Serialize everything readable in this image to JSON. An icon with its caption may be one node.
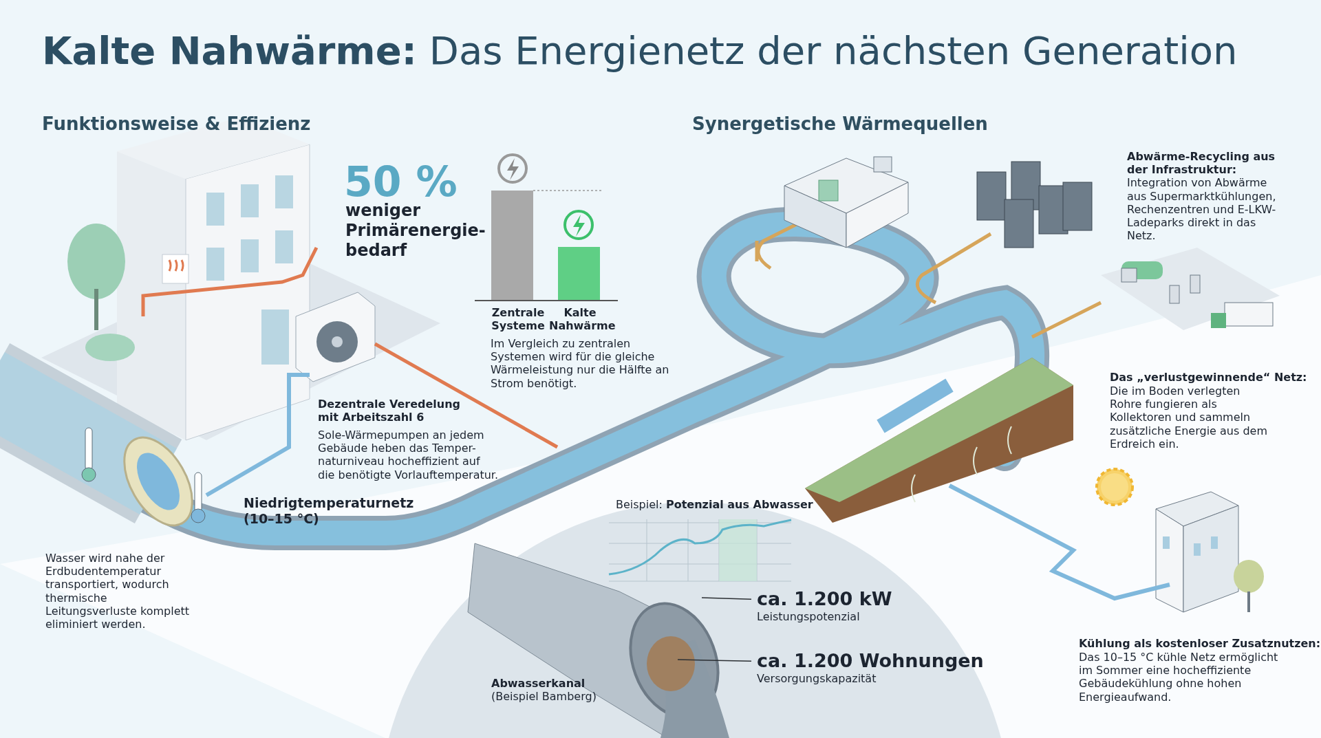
{
  "diagram": {
    "title": "**Kalte Nahwärme:** Das Energienetz der nächsten Generation",
    "nodes": [
      {
        "text": [
          "ca. 1.200 kW",
          "Leistungspotenzial"
        ]
      },
      {
        "text": [
          "ca. 1.200 Wohnungen",
          "Versorgungskapazität"
        ]
      },
      {
        "text": [],
        "shape": "picture"
      },
      {
        "text": [],
        "shape": "picture"
      },
      {
        "text": [],
        "shape": "picture"
      }
    ],
    "edges": [
      {
        "from": 0,
        "to": 2,
        "arrow": "none"
      },
      {
        "from": 1,
        "to": 2,
        "arrow": "none"
      },
      {
        "from": 3,
        "to": 4,
        "arrow": "none",
        "style": "thick",
        "color": "#7fb8dc"
      }
    ],
    "labels": [
      "Funktionsweise & Effizienz",
      "Synergetische Wärmequellen",
      "50 %",
      "weniger Primärenergie-bedarf",
      "Zentrale Systeme",
      "Kalte Nahwärme",
      "Im Vergleich zu zentralen Systemen wird für die gleiche Wärmeleistung nur die Hälfte an Strom benötigt.",
      "**Abwärme-Recycling aus der Infrastruktur:** Integration von Abwärme aus Supermarktkühlungen, Rechenzentren und E-LKW-Ladeparks direkt in das Netz.",
      "Dezentrale Veredelung mit Arbeitszahl 6",
      "Sole-Wärmepumpen an jedem Gebäude heben das Temper-naturniveau hocheffizient auf die benötigte Vorlauftemperatur.",
      "Das „verlustgewinnende“ Netz:",
      "Die im Boden verlegten Rohre fungieren als Kollektoren und sammeln zusätzliche Energie aus dem Erdreich ein.",
      "Niedrigtemperaturnetz (10–15 °C)",
      "Beispiel: **Potenzial aus Abwasser**",
      "Wasser wird nahe der Erdbudentemperatur transportiert, wodurch thermische Leitungsverluste komplett eliminiert werden.",
      "Kühlung als kostenloser Zusatznutzen:",
      "Das 10–15 °C kühle Netz ermöglicht im Sommer eine hocheffiziente Gebäudekühlung ohne hohen Energieaufwand.",
      "**Abwasserkanal** (Beispiel Bamberg)"
    ]
  }
}
